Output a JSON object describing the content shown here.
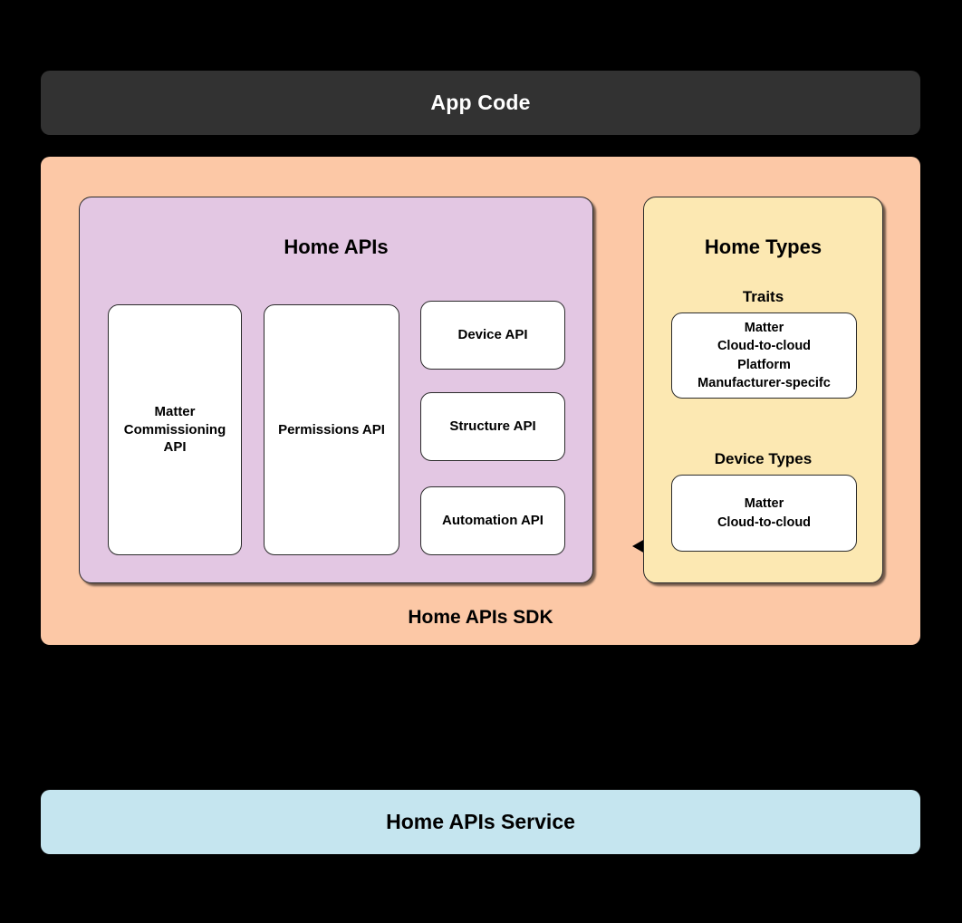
{
  "diagram": {
    "title": "Home APIs architecture stack",
    "background_color": "#000000"
  },
  "app_code": {
    "label": "App Code",
    "background_color": "#323232",
    "text_color": "#ffffff"
  },
  "sdk": {
    "label": "Home APIs SDK",
    "background_color": "#FCC8A6"
  },
  "home_apis": {
    "title": "Home APIs",
    "background_color": "#E3C7E3",
    "cards": [
      {
        "label": "Matter\nCommissioning\nAPI",
        "name": "matter-commissioning-api"
      },
      {
        "label": "Permissions API",
        "name": "permissions-api"
      },
      {
        "label": "Device API",
        "name": "device-api"
      },
      {
        "label": "Structure API",
        "name": "structure-api"
      },
      {
        "label": "Automation API",
        "name": "automation-api"
      }
    ]
  },
  "home_types": {
    "title": "Home Types",
    "background_color": "#FCE8B2",
    "traits": {
      "title": "Traits",
      "items": "Matter\nCloud-to-cloud\nPlatform\nManufacturer-specifc"
    },
    "device_types": {
      "title": "Device Types",
      "items": "Matter\nCloud-to-cloud"
    }
  },
  "connector": {
    "name": "bidirectional-arrow",
    "description": "double-headed arrow linking Home APIs and Home Types",
    "color": "#000000"
  },
  "service": {
    "label": "Home APIs Service",
    "background_color": "#C5E5EF",
    "text_color": "#000000"
  }
}
